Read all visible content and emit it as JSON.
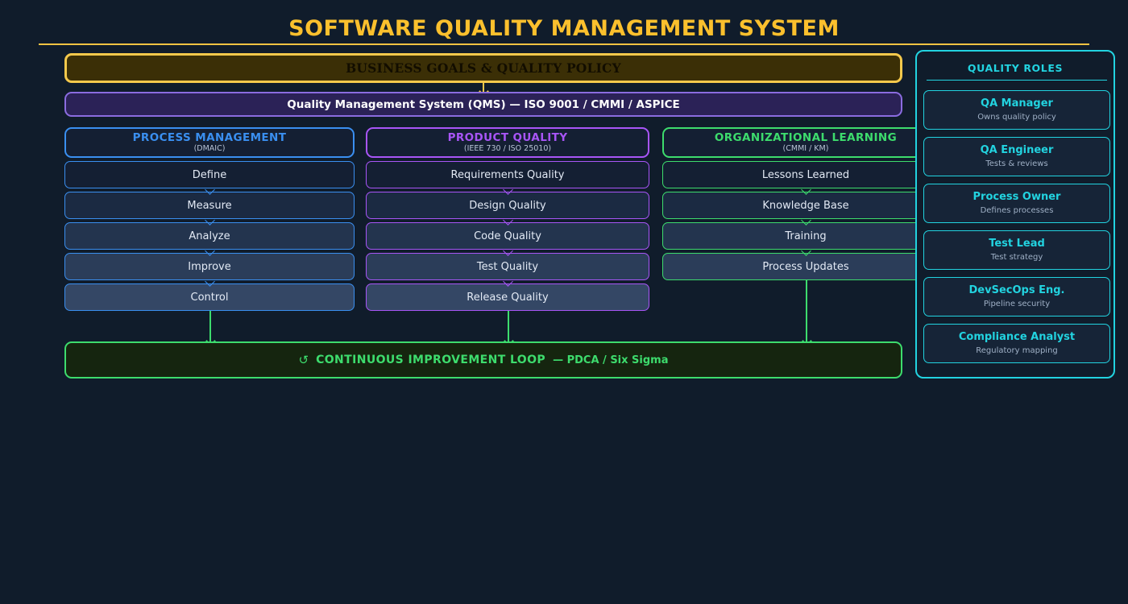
{
  "page": {
    "title": "SOFTWARE QUALITY MANAGEMENT SYSTEM",
    "background": "#101c2b",
    "accent_gold": "#f5c94c",
    "accent_cyan": "#22d3e0",
    "accent_green": "#3ddc6d"
  },
  "banners": {
    "goals": {
      "label": "BUSINESS GOALS & QUALITY POLICY",
      "border": "#f5c94c",
      "fill": "#3b2f06"
    },
    "qms": {
      "label": "Quality Management System (QMS) — ISO 9001 / CMMI / ASPICE",
      "border": "#8b6ce0",
      "fill": "#2b2257"
    },
    "loop": {
      "icon": "↺",
      "icon_name": "loop-icon",
      "main": "CONTINUOUS IMPROVEMENT LOOP",
      "sub": "— PDCA / Six Sigma",
      "border": "#3ddc6d",
      "fill": "#15250f"
    }
  },
  "columns": [
    {
      "title": "PROCESS MANAGEMENT",
      "subtitle": "(DMAIC)",
      "color": "#3a8ff0",
      "steps": [
        {
          "label": "Define"
        },
        {
          "label": "Measure"
        },
        {
          "label": "Analyze"
        },
        {
          "label": "Improve"
        },
        {
          "label": "Control"
        }
      ]
    },
    {
      "title": "PRODUCT QUALITY",
      "subtitle": "(IEEE 730 / ISO 25010)",
      "color": "#a855f7",
      "steps": [
        {
          "label": "Requirements Quality"
        },
        {
          "label": "Design Quality"
        },
        {
          "label": "Code Quality"
        },
        {
          "label": "Test Quality"
        },
        {
          "label": "Release Quality"
        }
      ]
    },
    {
      "title": "ORGANIZATIONAL LEARNING",
      "subtitle": "(CMMI / KM)",
      "color": "#3ddc6d",
      "steps": [
        {
          "label": "Lessons Learned"
        },
        {
          "label": "Knowledge Base"
        },
        {
          "label": "Training"
        },
        {
          "label": "Process Updates"
        }
      ]
    }
  ],
  "sidebar": {
    "title": "QUALITY ROLES",
    "roles": [
      {
        "name": "QA Manager",
        "desc": "Owns quality policy"
      },
      {
        "name": "QA Engineer",
        "desc": "Tests & reviews"
      },
      {
        "name": "Process Owner",
        "desc": "Defines processes"
      },
      {
        "name": "Test Lead",
        "desc": "Test strategy"
      },
      {
        "name": "DevSecOps Eng.",
        "desc": "Pipeline security"
      },
      {
        "name": "Compliance Analyst",
        "desc": "Regulatory mapping"
      }
    ]
  }
}
